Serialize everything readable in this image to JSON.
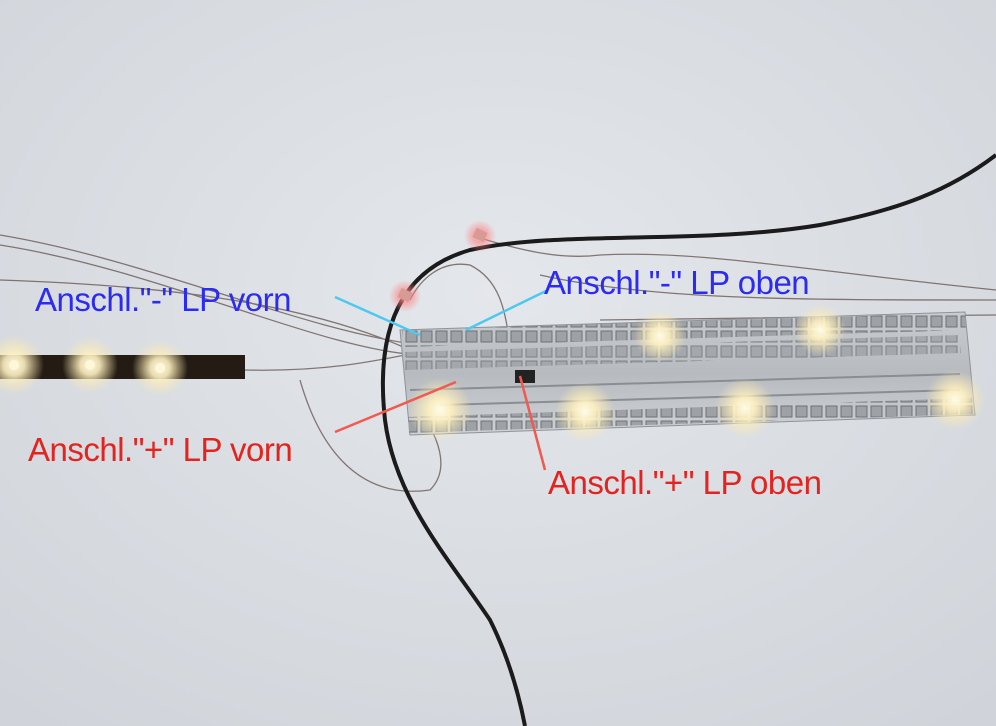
{
  "labels": {
    "minus_front": "Anschl.\"-\" LP vorn",
    "minus_top": "Anschl.\"-\" LP oben",
    "plus_front": "Anschl.\"+\" LP vorn",
    "plus_top": "Anschl.\"+\" LP oben"
  },
  "colors": {
    "minus_label": "#2b2bf2",
    "plus_label": "#e3231f",
    "minus_pointer": "#4ec8f0",
    "plus_pointer": "#f05a50",
    "background": "#dcdfe4"
  }
}
